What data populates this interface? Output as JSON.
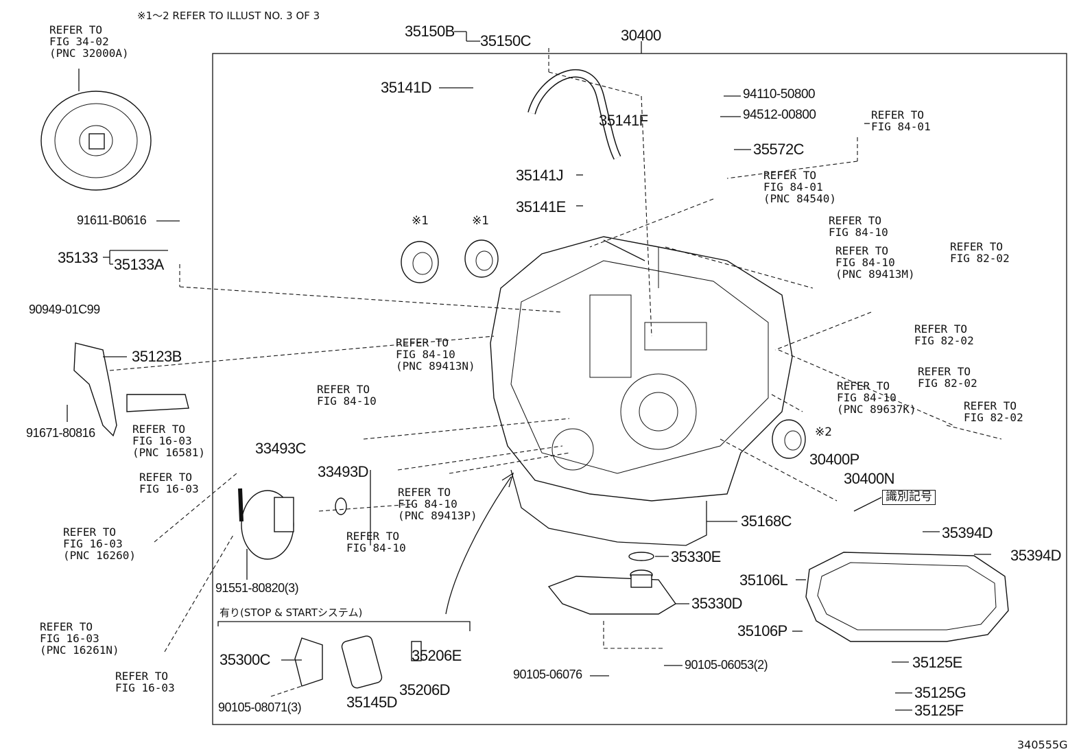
{
  "diagram_id": "340555G",
  "header_note": "※1～2 REFER TO ILLUST NO. 3 OF 3",
  "subgroup_label": "有り(STOP & STARTシステム)",
  "id_mark_label": "識別記号",
  "parts": {
    "p30400": "30400",
    "p35150B": "35150B",
    "p35150C": "35150C",
    "p35141D": "35141D",
    "p35141F": "35141F",
    "p35141J": "35141J",
    "p35141E": "35141E",
    "p94110": "94110-50800",
    "p94512": "94512-00800",
    "p35572C": "35572C",
    "p91611": "91611-B0616",
    "p35133": "35133",
    "p35133A": "35133A",
    "p90949": "90949-01C99",
    "p35123B": "35123B",
    "p91671": "91671-80816",
    "p33493C": "33493C",
    "p33493D": "33493D",
    "p91551": "91551-80820(3)",
    "p30400P": "30400P",
    "p30400N": "30400N",
    "p35168C": "35168C",
    "p35330E": "35330E",
    "p35330D": "35330D",
    "p35394D_1": "35394D",
    "p35394D_2": "35394D",
    "p35106L": "35106L",
    "p35106P": "35106P",
    "p35125E": "35125E",
    "p35125G": "35125G",
    "p35125F": "35125F",
    "p90105_06076": "90105-06076",
    "p90105_06053": "90105-06053(2)",
    "p35300C": "35300C",
    "p35206E": "35206E",
    "p35206D": "35206D",
    "p35145D": "35145D",
    "p90105_08071": "90105-08071(3)",
    "star1a": "※1",
    "star1b": "※1",
    "star2": "※2"
  },
  "refs": {
    "r_fig3402": "REFER TO\nFIG 34-02\n(PNC 32000A)",
    "r_fig8401a": "REFER TO\nFIG 84-01",
    "r_fig8401b": "REFER TO\nFIG 84-01\n(PNC 84540)",
    "r_fig8410a": "REFER TO\nFIG 84-10",
    "r_fig8410b": "REFER TO\nFIG 84-10\n(PNC 89413M)",
    "r_fig8202a": "REFER TO\nFIG 82-02",
    "r_fig8202b": "REFER TO\nFIG 82-02",
    "r_fig8202c": "REFER TO\nFIG 82-02",
    "r_fig8202d": "REFER TO\nFIG 82-02",
    "r_fig8410k": "REFER TO\nFIG 84-10\n(PNC 89637K)",
    "r_fig8410n": "REFER TO\nFIG 84-10\n(PNC 89413N)",
    "r_fig8410c": "REFER TO\nFIG 84-10",
    "r_fig8410p": "REFER TO\nFIG 84-10\n(PNC 89413P)",
    "r_fig8410d": "REFER TO\nFIG 84-10",
    "r_fig1603a": "REFER TO\nFIG 16-03\n(PNC 16581)",
    "r_fig1603b": "REFER TO\nFIG 16-03",
    "r_fig1603c": "REFER TO\nFIG 16-03\n(PNC 16260)",
    "r_fig1603d": "REFER TO\nFIG 16-03\n(PNC 16261N)",
    "r_fig1603e": "REFER TO\nFIG 16-03"
  }
}
